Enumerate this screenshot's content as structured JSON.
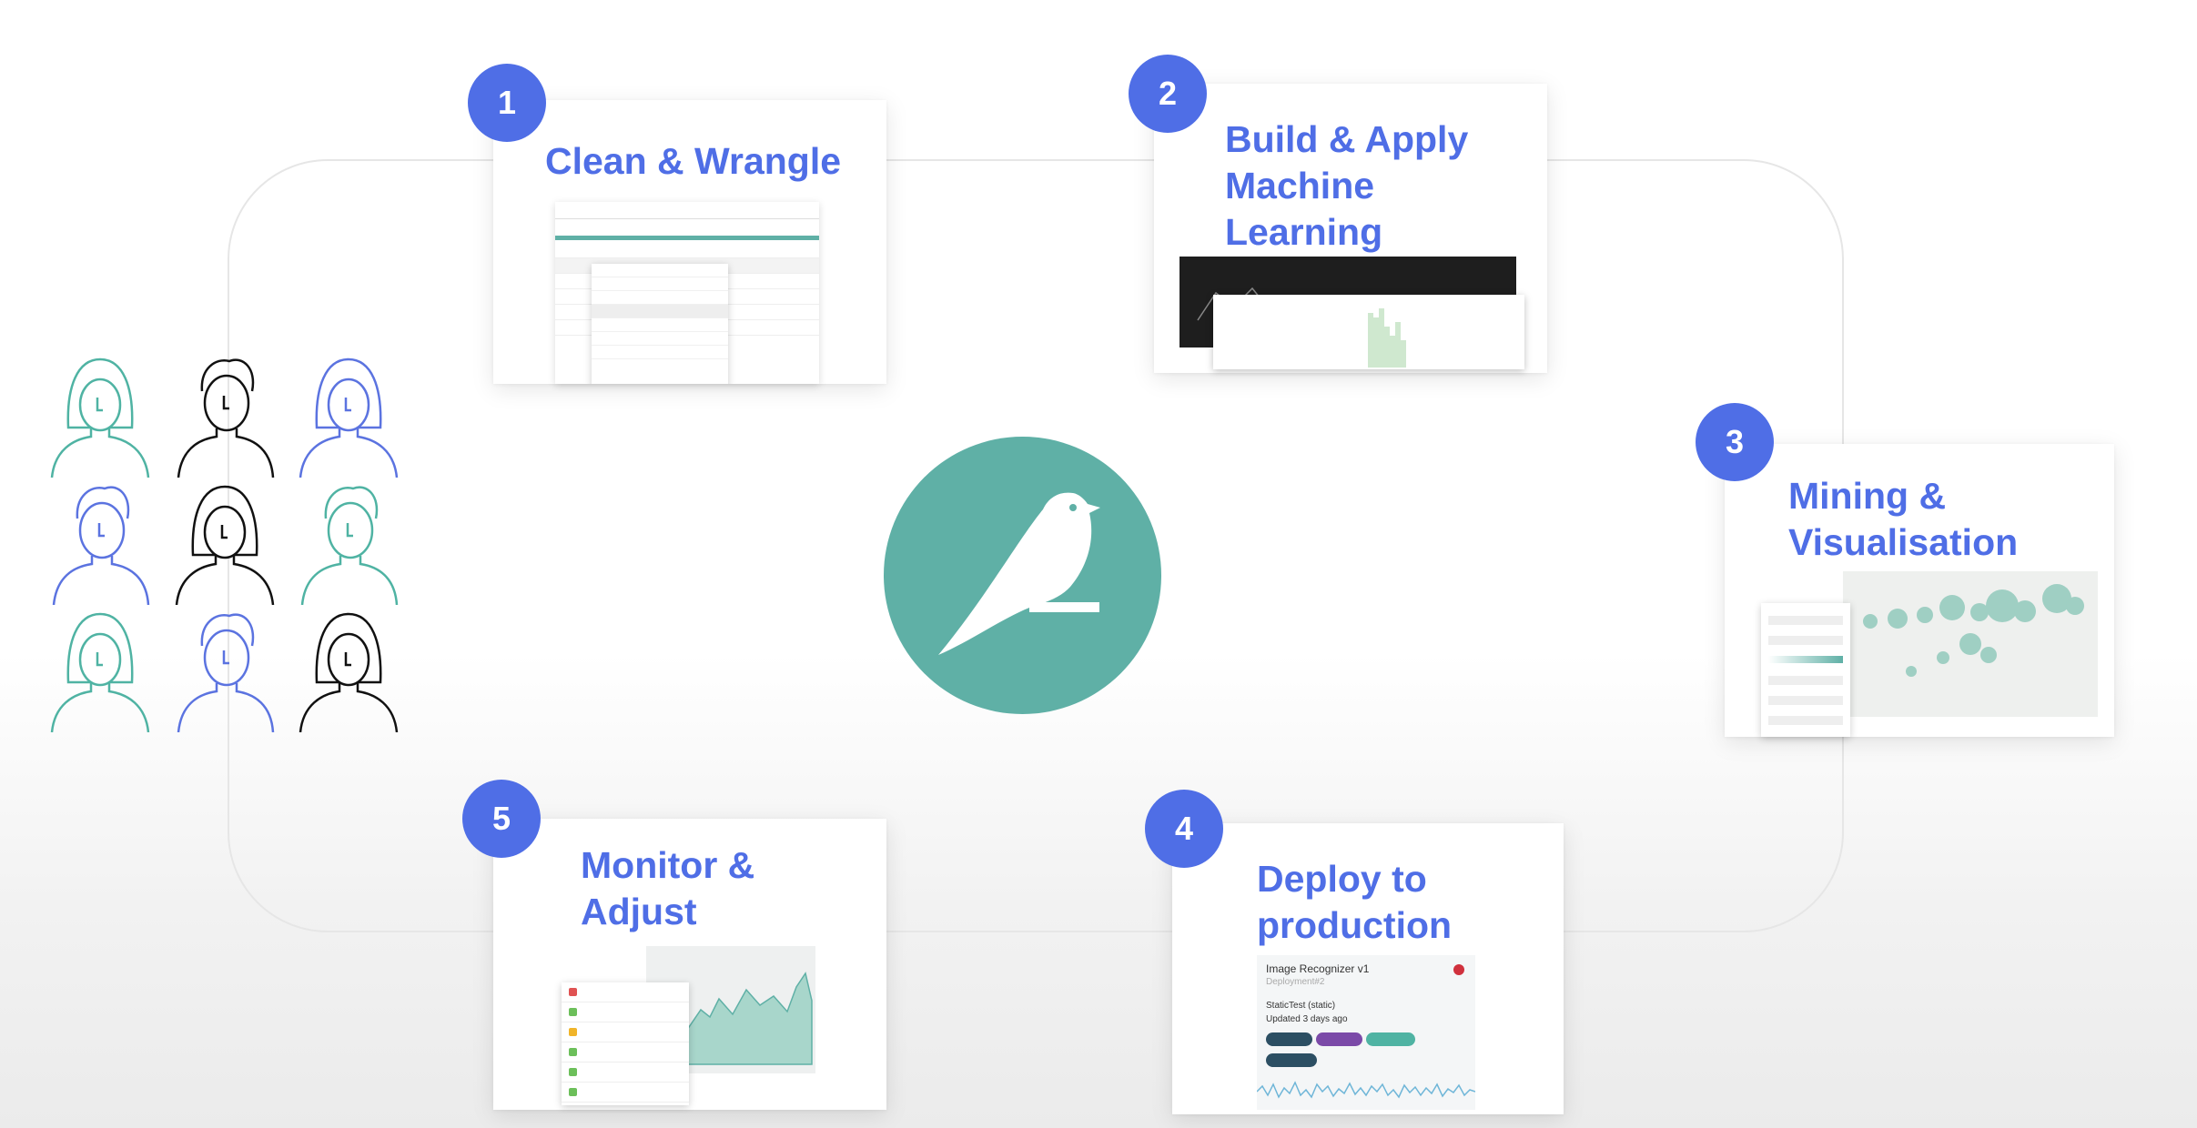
{
  "steps": [
    {
      "num": "1",
      "title_lines": [
        "Clean & Wrangle"
      ]
    },
    {
      "num": "2",
      "title_lines": [
        "Build & Apply",
        "Machine",
        "Learning"
      ]
    },
    {
      "num": "3",
      "title_lines": [
        "Mining &",
        "Visualisation"
      ]
    },
    {
      "num": "4",
      "title_lines": [
        "Deploy to",
        "production"
      ]
    },
    {
      "num": "5",
      "title_lines": [
        "Monitor &",
        "Adjust"
      ]
    }
  ],
  "deploy_card": {
    "name": "Image Recognizer v1",
    "subtitle": "Deployment#2",
    "status": "StaticTest (static)",
    "updated": "Updated 3 days ago"
  },
  "colors": {
    "accent": "#4f6ee6",
    "teal": "#5fb0a6",
    "person_teal": "#4fb3a3",
    "person_blue": "#5b73e0",
    "person_black": "#111111"
  },
  "people": [
    "teal-female",
    "black-male",
    "blue-female",
    "blue-male",
    "black-female",
    "teal-male",
    "teal-female",
    "blue-male",
    "black-female"
  ]
}
